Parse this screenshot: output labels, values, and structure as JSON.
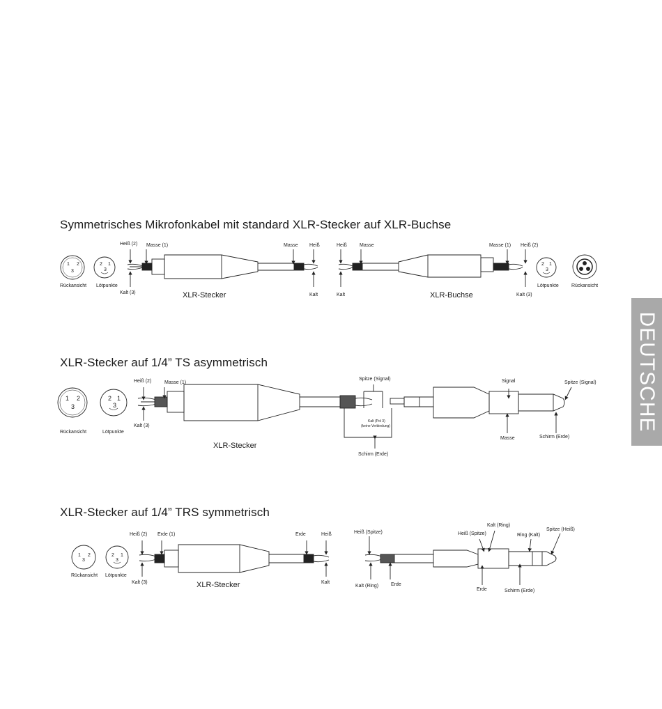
{
  "side_tab": "DEUTSCHE",
  "sections": [
    {
      "title": "Symmetrisches Mikrofonkabel mit standard XLR-Stecker auf XLR-Buchse",
      "labels": {
        "hot_left": "Heiß (2)",
        "ground_left": "Masse (1)",
        "cold_left": "Kalt (3)",
        "rear_view_left": "Rückansicht",
        "solder_left": "Lötpunkte",
        "plug_caption": "XLR-Stecker",
        "ground_mid": "Masse",
        "hot_mid": "Heiß",
        "cold_mid": "Kalt",
        "hot_b": "Heiß",
        "ground_b": "Masse",
        "cold_b": "Kalt",
        "jack_caption": "XLR-Buchse",
        "ground_right": "Masse (1)",
        "hot_right": "Heiß (2)",
        "cold_right": "Kalt (3)",
        "solder_right": "Lötpunkte",
        "rear_view_right": "Rückansicht"
      }
    },
    {
      "title": "XLR-Stecker auf 1/4” TS asymmetrisch",
      "labels": {
        "hot": "Heiß (2)",
        "ground": "Masse (1)",
        "cold": "Kalt (3)",
        "rear_view": "Rückansicht",
        "solder": "Lötpunkte",
        "plug_caption": "XLR-Stecker",
        "tip_signal": "Spitze (Signal)",
        "cold_pin3": "Kalt (Pol 3)",
        "no_connection": "(keine Verbindung)",
        "shield_ground": "Schirm (Erde)",
        "signal": "Signal",
        "tip_signal_right": "Spitze (Signal)",
        "ground_right": "Masse",
        "shield_right": "Schirm (Erde)"
      }
    },
    {
      "title": "XLR-Stecker auf 1/4” TRS symmetrisch",
      "labels": {
        "hot": "Heiß (2)",
        "earth": "Erde (1)",
        "cold": "Kalt (3)",
        "rear_view": "Rückansicht",
        "solder": "Lötpunkte",
        "plug_caption": "XLR-Stecker",
        "earth_mid": "Erde",
        "hot_mid": "Heiß",
        "cold_mid": "Kalt",
        "hot_tip": "Heiß (Spitze)",
        "cold_ring": "Kalt (Ring)",
        "earth_b": "Erde",
        "cold_ring_top": "Kalt (Ring)",
        "hot_tip_mid": "Heiß (Spitze)",
        "ring_cold": "Ring (Kalt)",
        "tip_hot": "Spitze (Heiß)",
        "earth_bottom": "Erde",
        "shield_earth": "Schirm (Erde)"
      }
    }
  ],
  "pins": {
    "p1": "1",
    "p2": "2",
    "p3": "3"
  }
}
